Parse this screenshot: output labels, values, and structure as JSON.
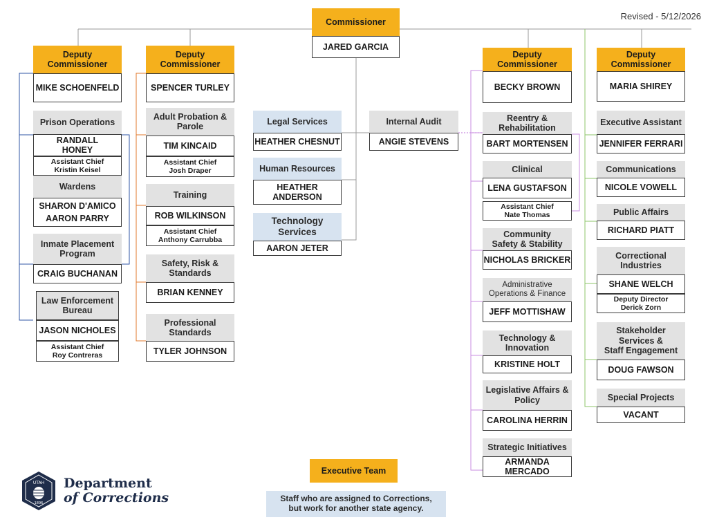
{
  "revised": "Revised - 5/12/2026",
  "commissioner": {
    "title": "Commissioner",
    "name": "JARED GARCIA"
  },
  "col1": {
    "title": "Deputy\nCommissioner",
    "name": "MIKE SCHOENFELD",
    "prison_ops": "Prison Operations",
    "prison_name": "RANDALL\nHONEY",
    "prison_sub": "Assistant Chief\nKristin Keisel",
    "wardens": "Wardens",
    "wardens_name": "SHARON D'AMICO\nAARON PARRY",
    "inmate": "Inmate Placement\nProgram",
    "inmate_name": "CRAIG BUCHANAN",
    "law": "Law Enforcement\nBureau",
    "law_name": "JASON NICHOLES",
    "law_sub": "Assistant Chief\nRoy Contreras"
  },
  "col2": {
    "title": "Deputy\nCommissioner",
    "name": "SPENCER TURLEY",
    "adult": "Adult Probation &\nParole",
    "adult_name": "TIM KINCAID",
    "adult_sub": "Assistant Chief\nJosh Draper",
    "training": "Training",
    "training_name": "ROB WILKINSON",
    "training_sub": "Assistant Chief\nAnthony Carrubba",
    "safety": "Safety, Risk &\nStandards",
    "safety_name": "BRIAN KENNEY",
    "prof": "Professional\nStandards",
    "prof_name": "TYLER JOHNSON"
  },
  "center": {
    "legal": "Legal Services",
    "legal_name": "HEATHER CHESNUT",
    "hr": "Human Resources",
    "hr_name": "HEATHER\nANDERSON",
    "tech": "Technology\nServices",
    "tech_name": "AARON JETER",
    "audit": "Internal Audit",
    "audit_name": "ANGIE STEVENS"
  },
  "col3": {
    "title": "Deputy\nCommissioner",
    "name": "BECKY BROWN",
    "reentry": "Reentry &\nRehabilitation",
    "reentry_name": "BART MORTENSEN",
    "clinical": "Clinical",
    "clinical_name": "LENA GUSTAFSON",
    "clinical_sub": "Assistant Chief\nNate Thomas",
    "community": "Community\nSafety & Stability",
    "community_name": "NICHOLAS BRICKER",
    "admin": "Administrative\nOperations & Finance",
    "admin_name": "JEFF MOTTISHAW",
    "techinno": "Technology &\nInnovation",
    "techinno_name": "KRISTINE HOLT",
    "legis": "Legislative Affairs &\nPolicy",
    "legis_name": "CAROLINA HERRIN",
    "strategic": "Strategic Initiatives",
    "strategic_name": "ARMANDA\nMERCADO"
  },
  "col4": {
    "title": "Deputy\nCommissioner",
    "name": "MARIA SHIREY",
    "exec": "Executive Assistant",
    "exec_name": "JENNIFER FERRARI",
    "comm": "Communications",
    "comm_name": "NICOLE VOWELL",
    "public": "Public Affairs",
    "public_name": "RICHARD PIATT",
    "ind": "Correctional\nIndustries",
    "ind_name": "SHANE WELCH",
    "ind_sub": "Deputy Director\nDerick Zorn",
    "stake": "Stakeholder\nServices &\nStaff Engagement",
    "stake_name": "DOUG FAWSON",
    "special": "Special Projects",
    "special_name": "VACANT"
  },
  "legend": {
    "exec_team": "Executive Team",
    "other_agency": "Staff who are assigned to Corrections,\nbut work for another state agency."
  },
  "logo": {
    "line1": "Department",
    "line2": "of Corrections",
    "seal_top": "UTAH",
    "seal_year": "1896"
  },
  "colors": {
    "gold": "#f5b01c",
    "gray": "#e2e2e2",
    "blue": "#d7e3f0",
    "line1": "#2f55a4",
    "line2": "#e07a2c",
    "line3": "#c98ee0",
    "line4": "#8cc46a",
    "navy": "#1f2d4a"
  }
}
